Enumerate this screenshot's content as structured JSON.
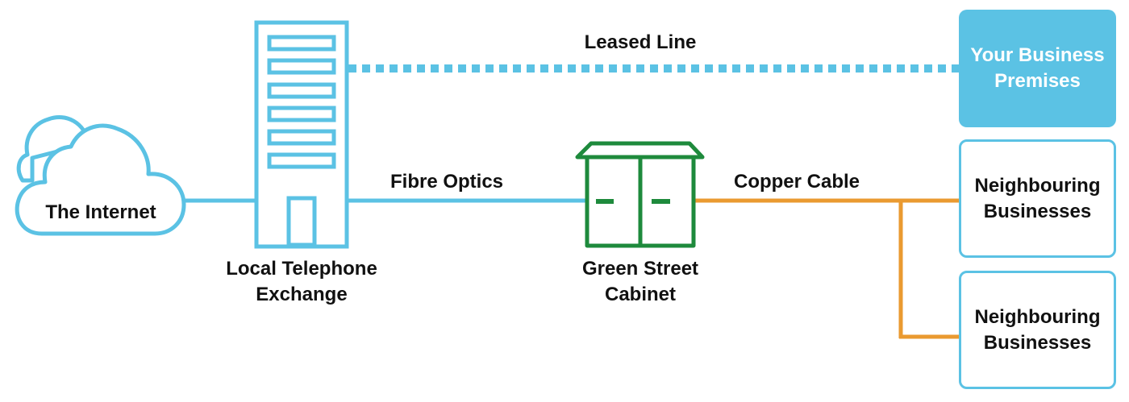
{
  "colors": {
    "blue": "#5bc2e4",
    "green": "#1e8a3c",
    "orange": "#ea9a30",
    "text": "#111111"
  },
  "internet": {
    "label": "The Internet",
    "icon": "cloud-icon"
  },
  "exchange": {
    "line1": "Local Telephone",
    "line2": "Exchange",
    "icon": "building-icon"
  },
  "cabinet": {
    "line1": "Green Street",
    "line2": "Cabinet",
    "icon": "street-cabinet-icon"
  },
  "links": {
    "leased_line": "Leased Line",
    "fibre_optics": "Fibre Optics",
    "copper_cable": "Copper Cable"
  },
  "premises": {
    "line1": "Your Business",
    "line2": "Premises"
  },
  "neighbours": [
    {
      "line1": "Neighbouring",
      "line2": "Businesses"
    },
    {
      "line1": "Neighbouring",
      "line2": "Businesses"
    }
  ]
}
